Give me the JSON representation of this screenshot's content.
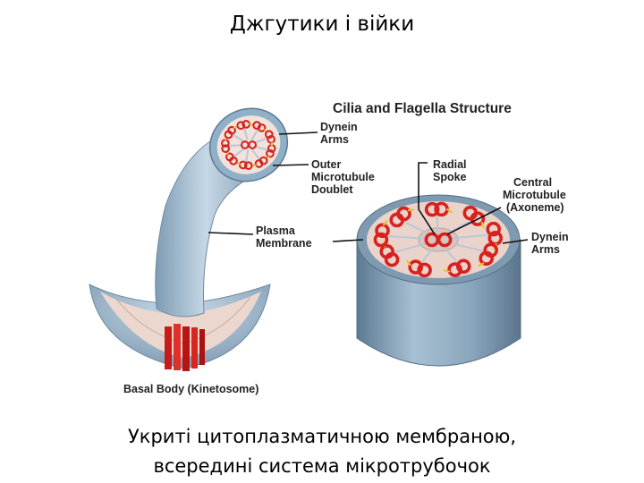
{
  "slide": {
    "title": "Джгутики і війки",
    "caption_line1": "Укриті цитоплазматичною мембраною,",
    "caption_line2": "всередині система мікротрубочок"
  },
  "figure": {
    "title": "Cilia and Flagella Structure",
    "labels": {
      "dynein_arms_1": [
        "Dynein",
        "Arms"
      ],
      "outer_doublet": [
        "Outer",
        "Microtubule",
        "Doublet"
      ],
      "radial_spoke": [
        "Radial",
        "Spoke"
      ],
      "central_microtubule": [
        "Central",
        "Microtubule",
        "(Axoneme)"
      ],
      "plasma_membrane": [
        "Plasma",
        "Membrane"
      ],
      "dynein_arms_2": [
        "Dynein",
        "Arms"
      ],
      "basal_body": "Basal Body (Kinetosome)"
    }
  },
  "colors": {
    "membrane": "#9fb8cc",
    "membrane_dark": "#6e8aa2",
    "interior": "#e8cfc8",
    "microtubule": "#d8211f",
    "dynein": "#e8c21a",
    "spoke": "#b8c7d6"
  }
}
